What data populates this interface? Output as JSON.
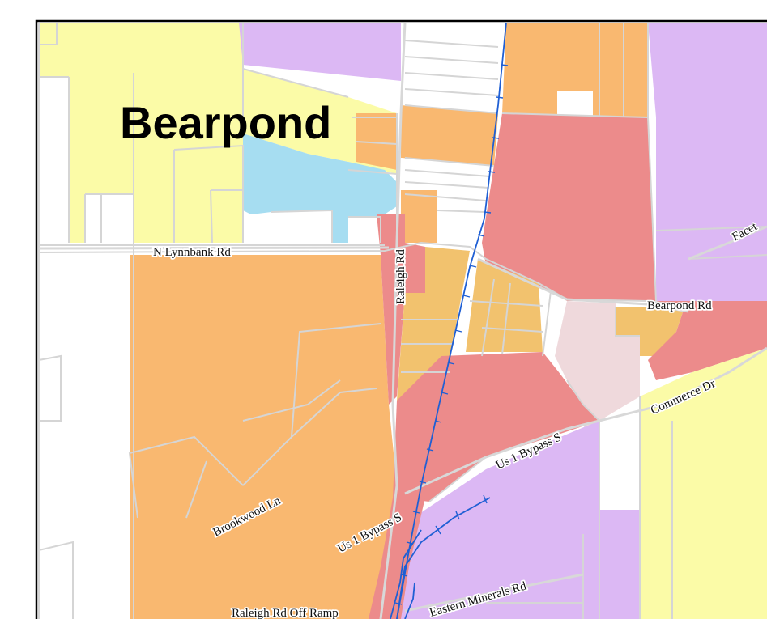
{
  "map": {
    "place_name": "Bearpond",
    "roads": {
      "n_lynnbank": "N Lynnbank Rd",
      "raleigh": "Raleigh Rd",
      "bearpond": "Bearpond Rd",
      "facet": "Facet",
      "commerce": "Commerce Dr",
      "us1_bypass_east": "Us 1 Bypass S",
      "us1_bypass_west": "Us 1 Bypass S",
      "brookwood": "Brookwood Ln",
      "eastern_minerals": "Eastern Minerals Rd",
      "raleigh_off_ramp": "Raleigh Rd Off Ramp"
    },
    "colors": {
      "background": "#ffffff",
      "yellow_zone": "#fbfba7",
      "purple_zone": "#dcb8f4",
      "orange_zone": "#f9b870",
      "gold_zone": "#f2c26e",
      "red_zone": "#ec8b8b",
      "pink_zone": "#efd9dc",
      "blue_zone": "#a6ddf1",
      "parcel_line": "#d5d5d5",
      "railroad": "#1f5fd4",
      "frame": "#000000"
    }
  }
}
